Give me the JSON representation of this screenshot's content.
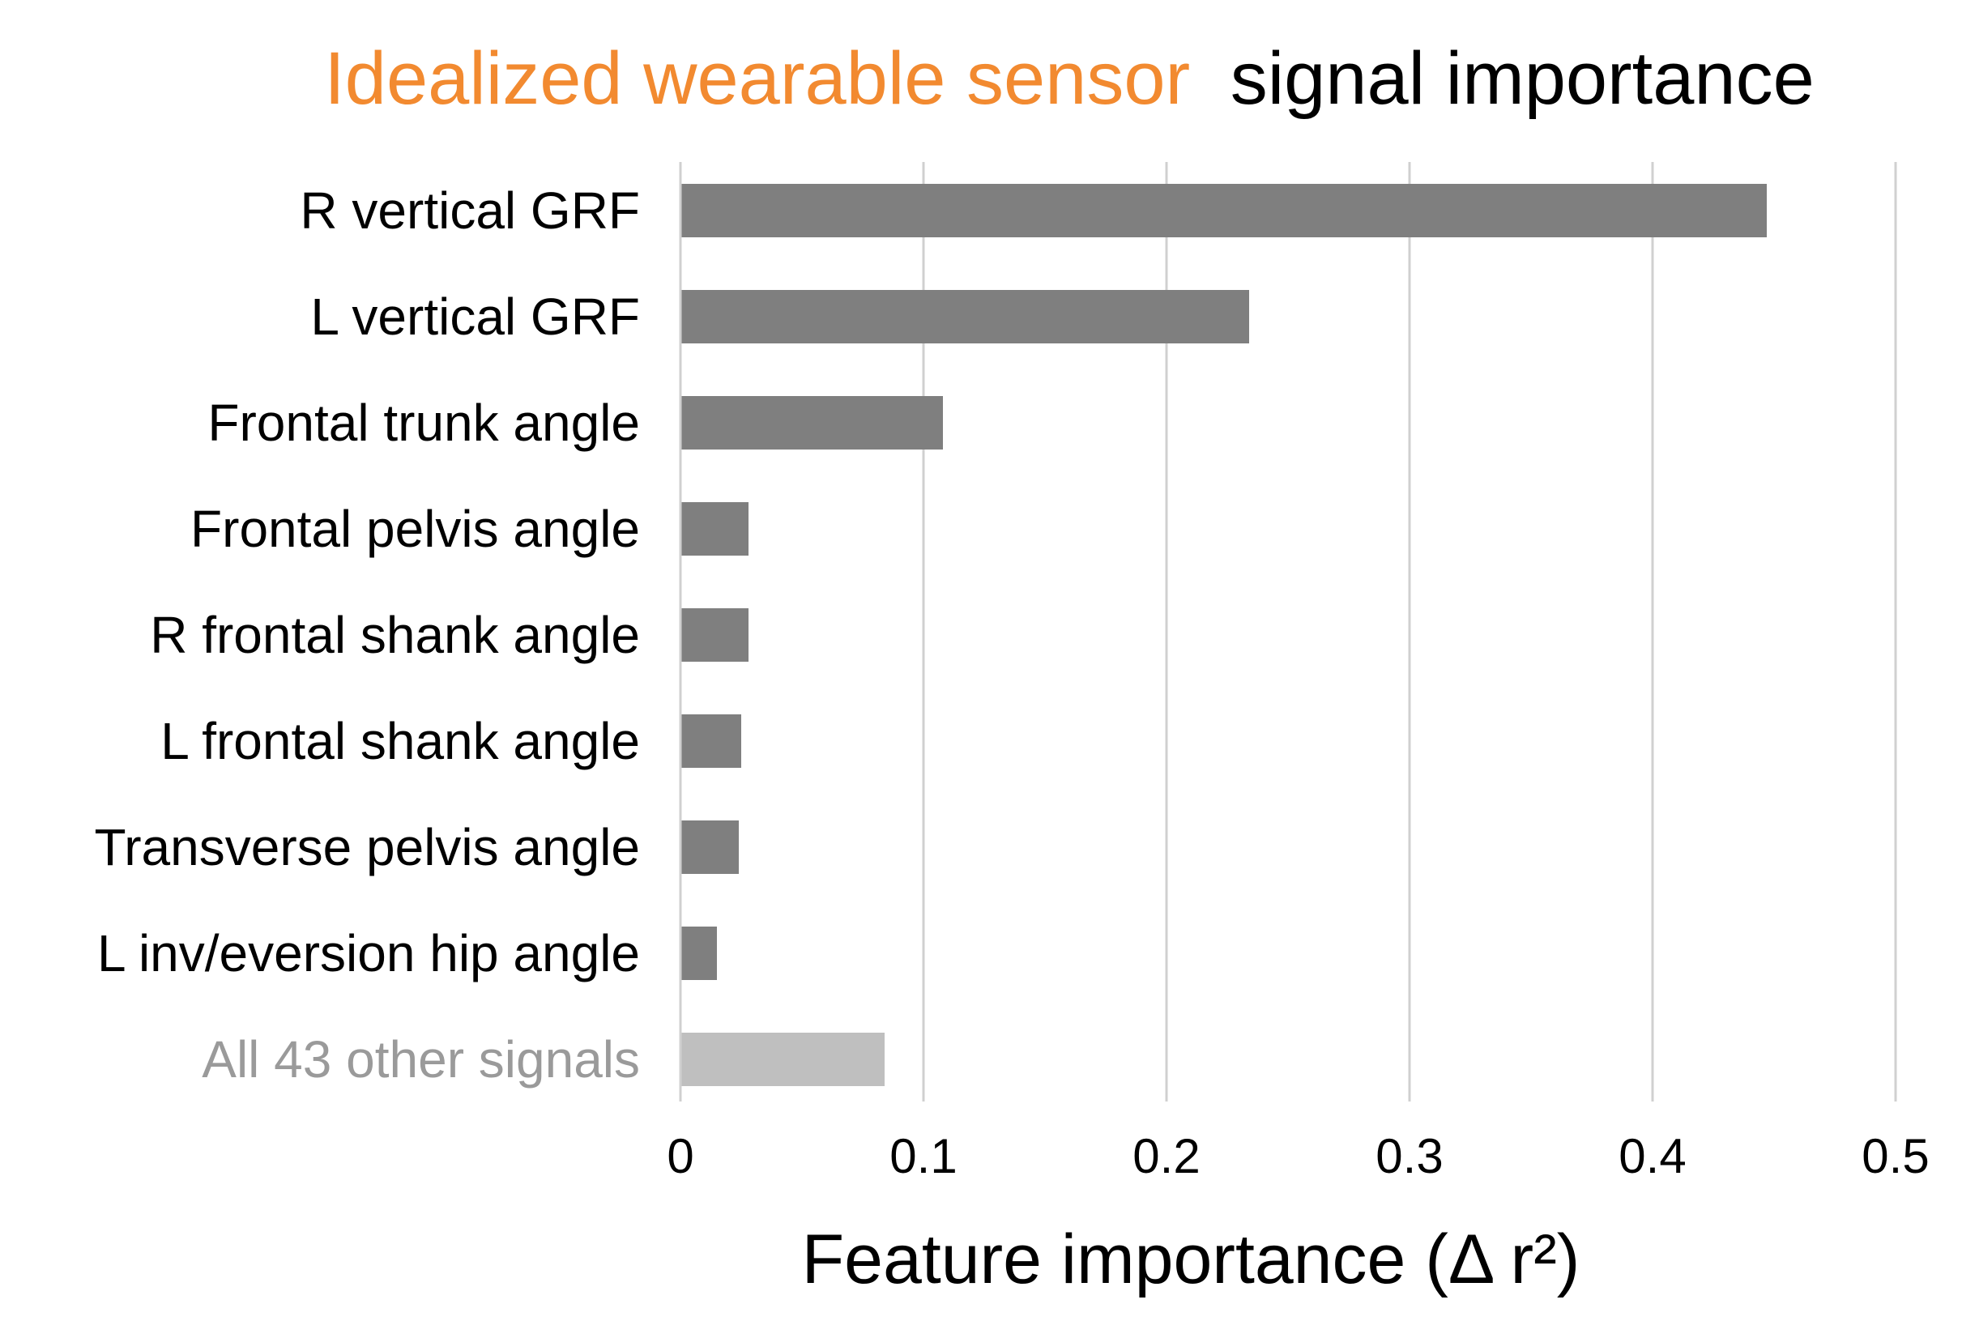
{
  "chart_data": {
    "type": "bar",
    "orientation": "horizontal",
    "title": {
      "highlight": "Idealized wearable sensor",
      "rest": "signal importance",
      "highlight_color": "#f28a30",
      "rest_color": "#000000"
    },
    "categories": [
      "R vertical GRF",
      "L vertical GRF",
      "Frontal trunk angle",
      "Frontal pelvis angle",
      "R frontal shank angle",
      "L frontal shank angle",
      "Transverse pelvis angle",
      "L inv/eversion hip angle",
      "All 43 other signals"
    ],
    "values": [
      0.447,
      0.234,
      0.108,
      0.028,
      0.028,
      0.025,
      0.024,
      0.015,
      0.084
    ],
    "bar_colors": [
      "#7f7f7f",
      "#7f7f7f",
      "#7f7f7f",
      "#7f7f7f",
      "#7f7f7f",
      "#7f7f7f",
      "#7f7f7f",
      "#7f7f7f",
      "#bfbfbf"
    ],
    "label_colors": [
      "#000000",
      "#000000",
      "#000000",
      "#000000",
      "#000000",
      "#000000",
      "#000000",
      "#000000",
      "#9a9a9a"
    ],
    "xlabel": "Feature importance (Δ r²)",
    "ylabel": "",
    "xlim": [
      0,
      0.5
    ],
    "xticks": [
      0,
      0.1,
      0.2,
      0.3,
      0.4,
      0.5
    ],
    "xtick_labels": [
      "0",
      "0.1",
      "0.2",
      "0.3",
      "0.4",
      "0.5"
    ],
    "grid": "vertical",
    "gridline_color": "#d0d0d0",
    "legend": "none"
  }
}
